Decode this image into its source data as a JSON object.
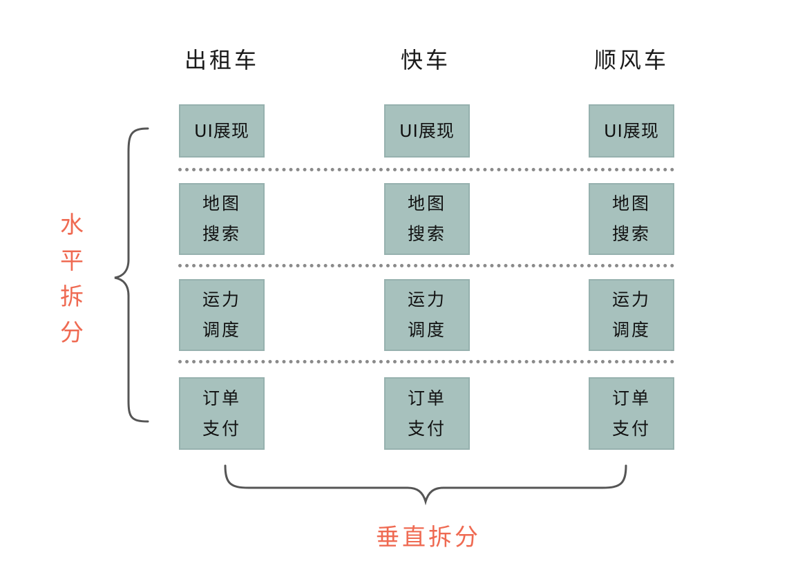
{
  "columns": [
    {
      "name": "出租车"
    },
    {
      "name": "快车"
    },
    {
      "name": "顺风车"
    }
  ],
  "layers": [
    {
      "lines": [
        "UI展现"
      ]
    },
    {
      "lines": [
        "地图",
        "搜索"
      ]
    },
    {
      "lines": [
        "运力",
        "调度"
      ]
    },
    {
      "lines": [
        "订单",
        "支付"
      ]
    }
  ],
  "labels": {
    "horizontal_split": "水平拆分",
    "vertical_split": "垂直拆分"
  },
  "colors": {
    "block_fill": "#a7c1bd",
    "accent_label": "#ef6a52",
    "divider": "#8a8a8a",
    "brace": "#555555"
  }
}
